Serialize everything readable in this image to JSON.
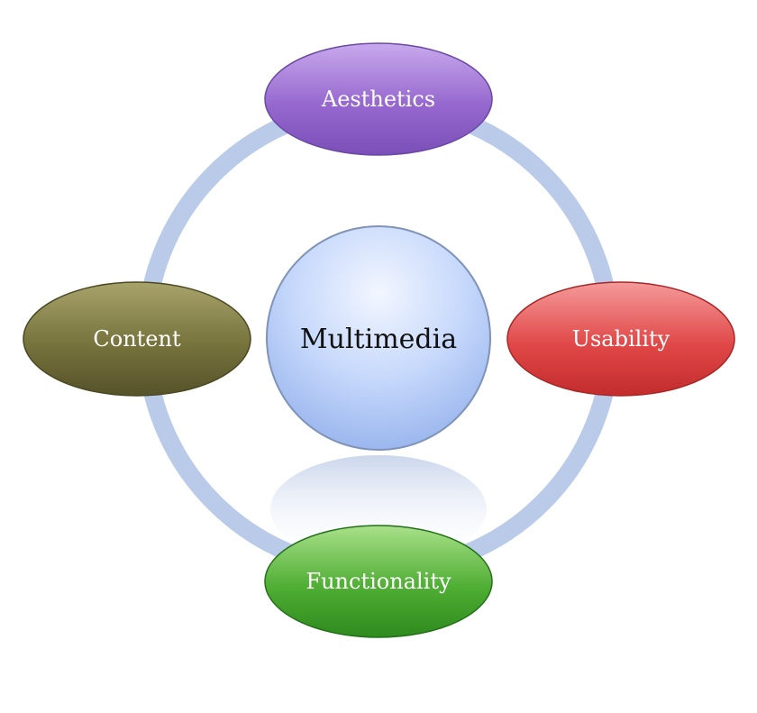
{
  "center": {
    "label": "Multimedia"
  },
  "nodes": [
    {
      "id": "aesthetics",
      "label": "Aesthetics",
      "color": "#8c64c4"
    },
    {
      "id": "usability",
      "label": "Usability",
      "color": "#d83c3c"
    },
    {
      "id": "functionality",
      "label": "Functionality",
      "color": "#3c9a2a"
    },
    {
      "id": "content",
      "label": "Content",
      "color": "#6e6a38"
    }
  ],
  "colors": {
    "ring": "#b9cbe8",
    "center_fill": "#b7cffb",
    "center_stroke": "#7f93b8"
  }
}
